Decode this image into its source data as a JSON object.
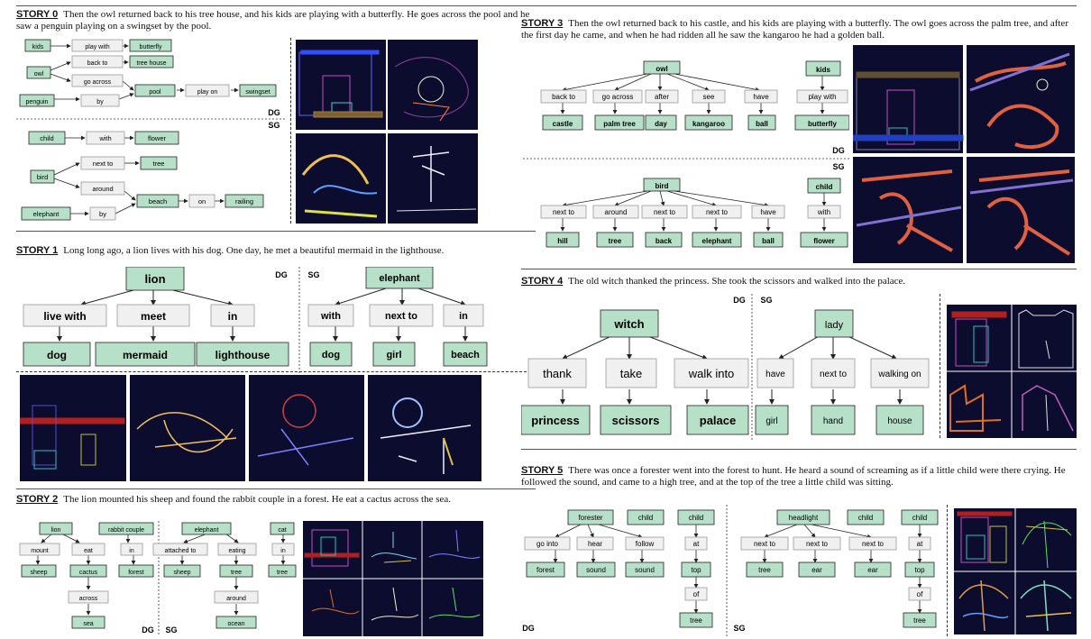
{
  "stories": [
    {
      "label": "STORY 0",
      "text": "Then the owl returned back to his tree house, and his kids are playing with a butterfly. He goes across the pool and he saw a penguin playing on a swingset by the pool.",
      "dg": {
        "nodes": [
          "kids",
          "play with",
          "butterfly",
          "owl",
          "back to",
          "tree house",
          "go across",
          "pool",
          "play on",
          "swingset",
          "penguin",
          "by"
        ],
        "kinds": [
          "g",
          "w",
          "g",
          "g",
          "w",
          "g",
          "w",
          "g",
          "w",
          "g",
          "g",
          "w"
        ]
      },
      "sg": {
        "nodes": [
          "child",
          "with",
          "flower",
          "bird",
          "next to",
          "tree",
          "around",
          "beach",
          "on",
          "railing",
          "elephant",
          "by"
        ],
        "kinds": [
          "g",
          "w",
          "g",
          "g",
          "w",
          "g",
          "w",
          "g",
          "w",
          "g",
          "g",
          "w"
        ]
      }
    },
    {
      "label": "STORY 1",
      "text": "Long long ago, a lion lives with his dog. One day, he met a beautiful mermaid in the lighthouse.",
      "dg": {
        "nodes": [
          "lion",
          "live with",
          "meet",
          "in",
          "dog",
          "mermaid",
          "lighthouse"
        ],
        "kinds": [
          "g",
          "w",
          "w",
          "w",
          "g",
          "g",
          "g"
        ]
      },
      "sg": {
        "nodes": [
          "elephant",
          "with",
          "next to",
          "in",
          "dog",
          "girl",
          "beach"
        ],
        "kinds": [
          "g",
          "w",
          "w",
          "w",
          "g",
          "g",
          "g"
        ]
      }
    },
    {
      "label": "STORY 2",
      "text": "The lion mounted his sheep and found the rabbit couple in a forest. He eat a cactus across the sea.",
      "dg": {
        "nodes": [
          "lion",
          "rabbit couple",
          "mount",
          "eat",
          "in",
          "sheep",
          "cactus",
          "forest",
          "across",
          "sea"
        ],
        "kinds": [
          "g",
          "g",
          "w",
          "w",
          "w",
          "g",
          "g",
          "g",
          "w",
          "g"
        ]
      },
      "sg": {
        "nodes": [
          "elephant",
          "cat",
          "attached to",
          "eating",
          "in",
          "sheep",
          "tree",
          "tree",
          "around",
          "ocean"
        ],
        "kinds": [
          "g",
          "g",
          "w",
          "w",
          "w",
          "g",
          "g",
          "g",
          "w",
          "g"
        ]
      }
    },
    {
      "label": "STORY 3",
      "text": "Then the owl returned back to his castle, and his kids are playing with a butterfly. The owl goes across the palm tree, and after the first day he came, and when he had ridden all he saw the kangaroo he had a golden ball.",
      "dg": {
        "nodes": [
          "owl",
          "back to",
          "go across",
          "after",
          "see",
          "have",
          "castle",
          "palm tree",
          "day",
          "kangaroo",
          "ball",
          "kids",
          "play with",
          "butterfly"
        ],
        "kinds": [
          "g",
          "w",
          "w",
          "w",
          "w",
          "w",
          "g",
          "g",
          "g",
          "g",
          "g",
          "g",
          "w",
          "g"
        ]
      },
      "sg": {
        "nodes": [
          "bird",
          "next to",
          "around",
          "next to",
          "next to",
          "have",
          "hill",
          "tree",
          "back",
          "elephant",
          "ball",
          "child",
          "with",
          "flower"
        ],
        "kinds": [
          "g",
          "w",
          "w",
          "w",
          "w",
          "w",
          "g",
          "g",
          "g",
          "g",
          "g",
          "g",
          "w",
          "g"
        ]
      }
    },
    {
      "label": "STORY 4",
      "text": "The old witch thanked the princess. She took the scissors and walked into the palace.",
      "dg": {
        "nodes": [
          "witch",
          "thank",
          "take",
          "walk into",
          "princess",
          "scissors",
          "palace"
        ],
        "kinds": [
          "g",
          "w",
          "w",
          "w",
          "g",
          "g",
          "g"
        ]
      },
      "sg": {
        "nodes": [
          "lady",
          "have",
          "next to",
          "walking on",
          "girl",
          "hand",
          "house"
        ],
        "kinds": [
          "g",
          "w",
          "w",
          "w",
          "g",
          "g",
          "g"
        ]
      }
    },
    {
      "label": "STORY 5",
      "text": "There was once a forester went into the forest to hunt. He heard a sound of screaming as if a little child were there crying. He followed the sound, and came to a high tree, and at the top of the tree a little child was sitting.",
      "dg": {
        "nodes": [
          "forester",
          "child",
          "child",
          "go into",
          "hear",
          "follow",
          "at",
          "forest",
          "sound",
          "sound",
          "top",
          "of",
          "tree"
        ],
        "kinds": [
          "g",
          "g",
          "g",
          "w",
          "w",
          "w",
          "w",
          "g",
          "g",
          "g",
          "g",
          "w",
          "g"
        ]
      },
      "sg": {
        "nodes": [
          "headlight",
          "child",
          "child",
          "next to",
          "next to",
          "next to",
          "at",
          "tree",
          "ear",
          "ear",
          "top",
          "of",
          "tree"
        ],
        "kinds": [
          "g",
          "g",
          "g",
          "w",
          "w",
          "w",
          "w",
          "g",
          "g",
          "g",
          "g",
          "w",
          "g"
        ]
      }
    }
  ],
  "tags": {
    "dg": "DG",
    "sg": "SG"
  },
  "colors": {
    "node_fill": "#b7e0c9",
    "relation_fill": "#f0f0f0",
    "image_bg": "#0b0c2e"
  }
}
